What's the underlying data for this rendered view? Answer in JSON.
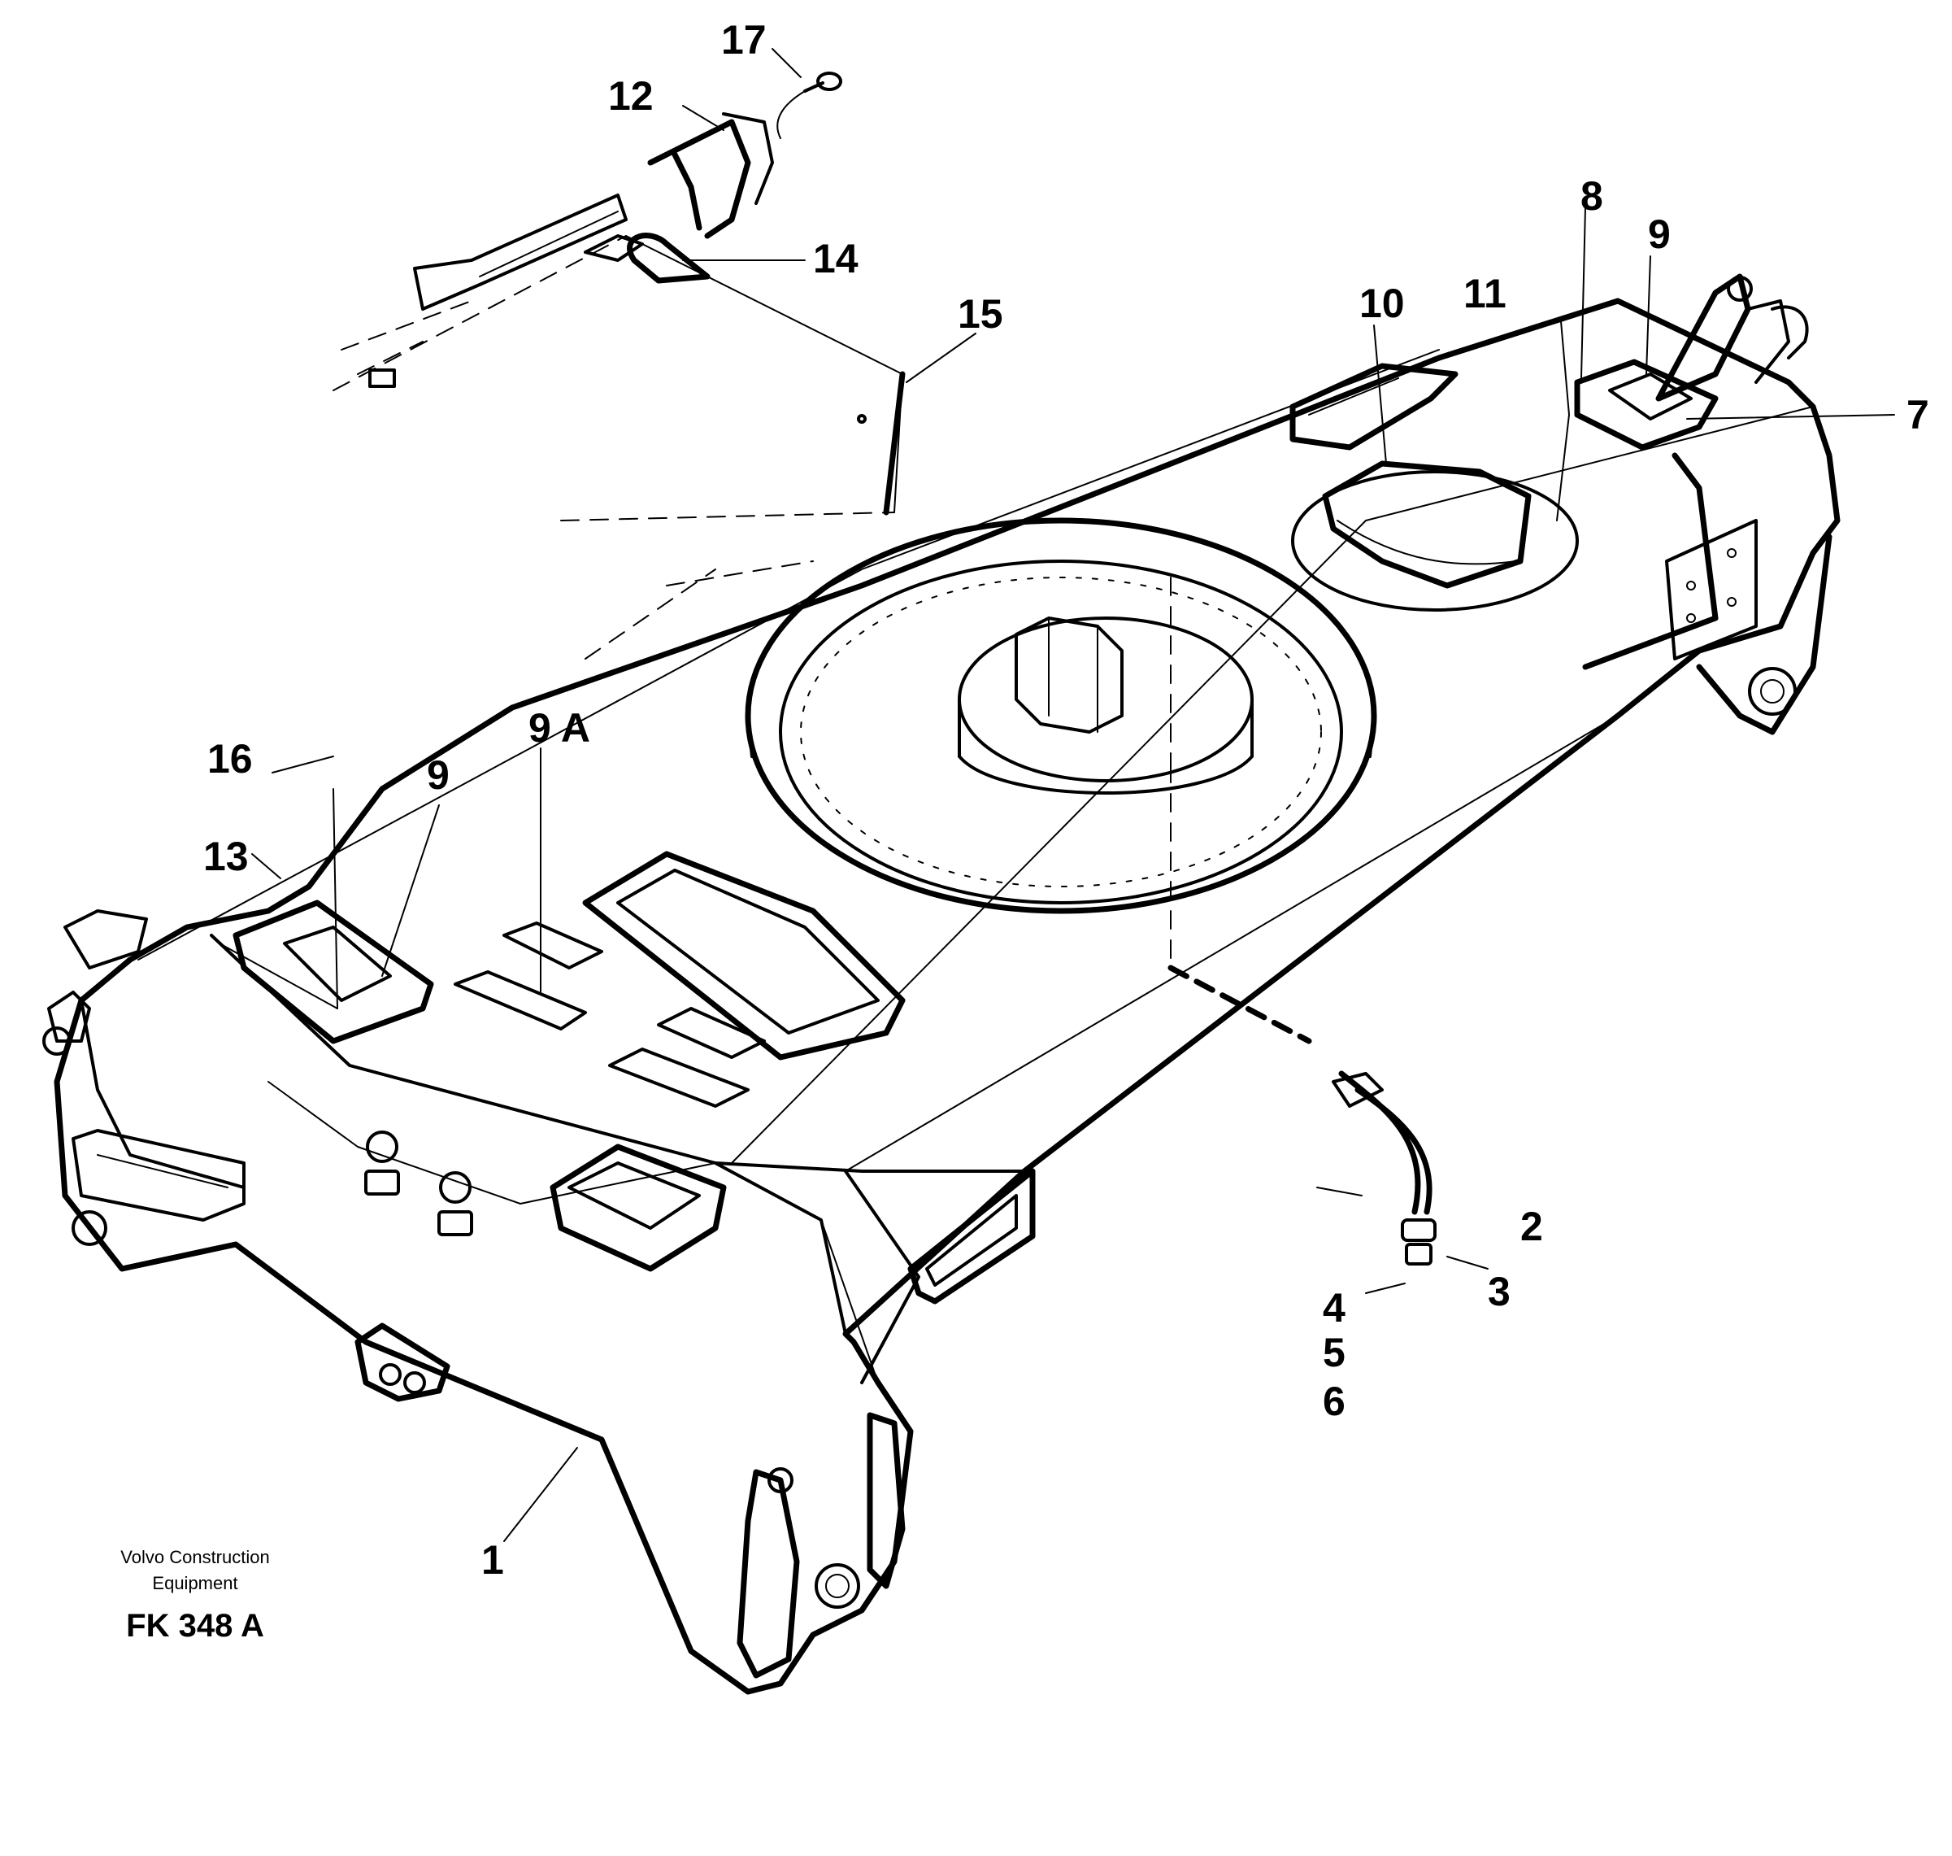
{
  "diagram": {
    "callouts": [
      {
        "id": "c1",
        "text": "1"
      },
      {
        "id": "c2",
        "text": "2"
      },
      {
        "id": "c3",
        "text": "3"
      },
      {
        "id": "c4",
        "text": "4"
      },
      {
        "id": "c5",
        "text": "5"
      },
      {
        "id": "c6",
        "text": "6"
      },
      {
        "id": "c7",
        "text": "7"
      },
      {
        "id": "c8",
        "text": "8"
      },
      {
        "id": "c9a",
        "text": "9"
      },
      {
        "id": "c9b",
        "text": "9"
      },
      {
        "id": "c9A",
        "text": "9 A"
      },
      {
        "id": "c10",
        "text": "10"
      },
      {
        "id": "c11",
        "text": "11"
      },
      {
        "id": "c12",
        "text": "12"
      },
      {
        "id": "c13",
        "text": "13"
      },
      {
        "id": "c14",
        "text": "14"
      },
      {
        "id": "c15",
        "text": "15"
      },
      {
        "id": "c16",
        "text": "16"
      },
      {
        "id": "c17",
        "text": "17"
      }
    ],
    "publisher_line1": "Volvo Construction",
    "publisher_line2": "Equipment",
    "figure_code": "FK 348 A"
  }
}
